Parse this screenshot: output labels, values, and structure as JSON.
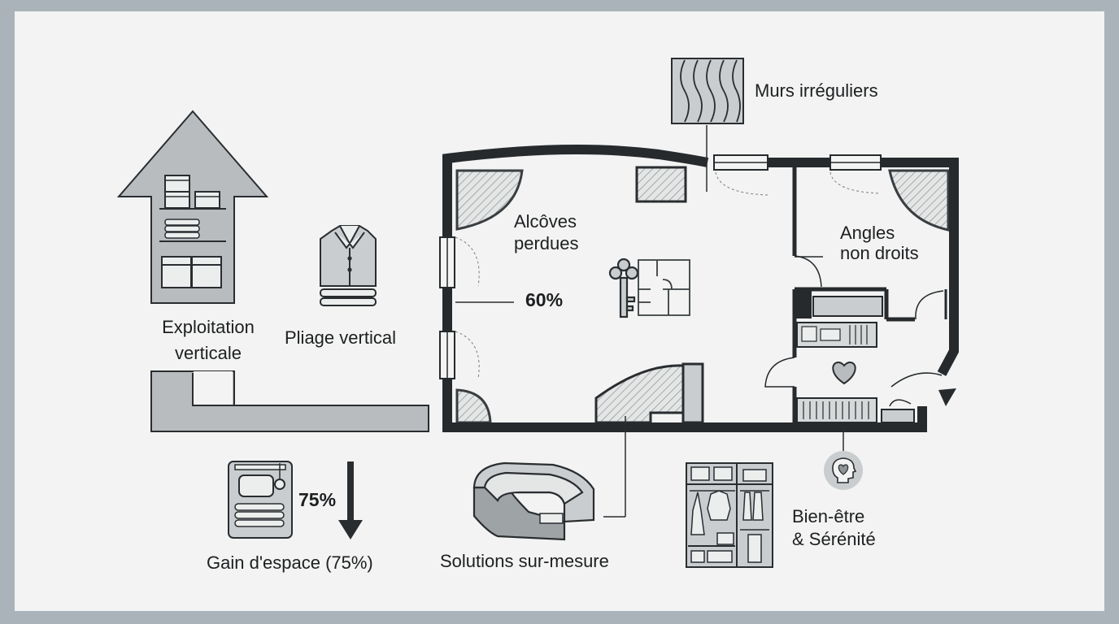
{
  "labels": {
    "murs_irreguliers": "Murs irréguliers",
    "alcoves_perdues_1": "Alcôves",
    "alcoves_perdues_2": "perdues",
    "angles_non_droits_1": "Angles",
    "angles_non_droits_2": "non droits",
    "pct_60": "60%",
    "exploitation_verticale_1": "Exploitation",
    "exploitation_verticale_2": "verticale",
    "pliage_vertical": "Pliage vertical",
    "pct_75": "75%",
    "gain_espace": "Gain d'espace (75%)",
    "solutions_sur_mesure": "Solutions sur-mesure",
    "bien_etre_1": "Bien-être",
    "bien_etre_2": "& Sérénité"
  },
  "icons": [
    "storage-up-arrow-icon",
    "folded-shirt-icon",
    "vacuum-bag-icon",
    "down-arrow-icon",
    "curved-sofa-icon",
    "wardrobe-icon",
    "head-heart-icon",
    "key-icon",
    "mini-plan-icon",
    "wavy-wall-icon",
    "heart-icon"
  ],
  "colors": {
    "background": "#f2f3f2",
    "frame": "#a9b3b9",
    "wall": "#262a2d",
    "icon_fill": "#b8bcbf",
    "icon_stroke": "#3a3e41"
  }
}
